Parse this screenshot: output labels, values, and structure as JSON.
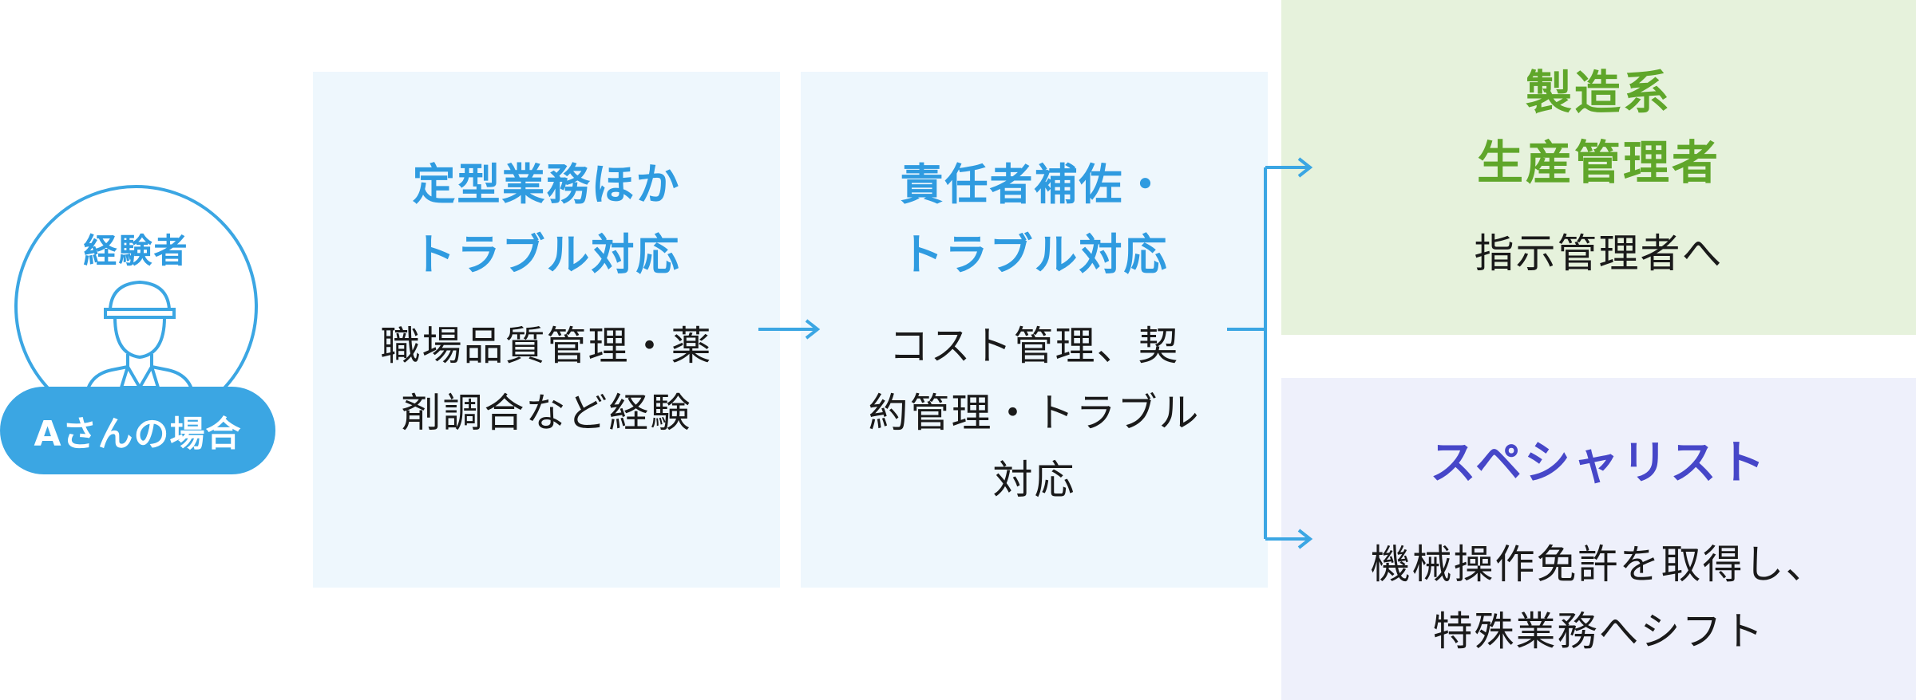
{
  "persona": {
    "title": "経験者",
    "badge": "Aさんの場合",
    "icon": "worker-icon"
  },
  "steps": [
    {
      "title_lines": [
        "定型業務ほか",
        "トラブル対応"
      ],
      "desc_lines": [
        "職場品質管理・薬",
        "剤調合など経験"
      ]
    },
    {
      "title_lines": [
        "責任者補佐・",
        "トラブル対応"
      ],
      "desc_lines": [
        "コスト管理、契",
        "約管理・トラブル",
        "対応"
      ]
    }
  ],
  "outcomes": [
    {
      "title_lines": [
        "製造系",
        "生産管理者"
      ],
      "desc_lines": [
        "指示管理者へ"
      ]
    },
    {
      "title_lines": [
        "スペシャリスト"
      ],
      "desc_lines": [
        "機械操作免許を取得し、",
        "特殊業務へシフト"
      ]
    }
  ],
  "colors": {
    "accent_blue": "#3ba6e3",
    "step_title": "#2f9be0",
    "step_bg": "#eef7fd",
    "outcome1_bg": "#e6f2dc",
    "outcome1_title": "#5fa62a",
    "outcome2_bg": "#eef0fb",
    "outcome2_title": "#4646c8"
  }
}
